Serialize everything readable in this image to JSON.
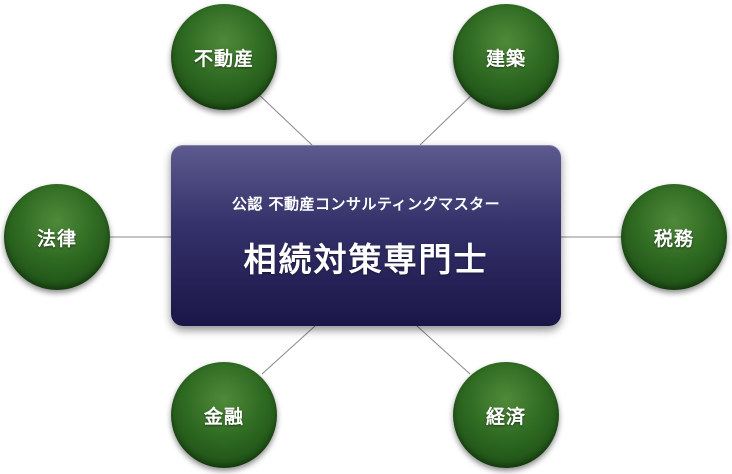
{
  "center": {
    "subtitle": "公認 不動産コンサルティングマスター",
    "title": "相続対策専門士"
  },
  "nodes": {
    "realestate": "不動産",
    "construction": "建築",
    "law": "法律",
    "tax": "税務",
    "finance": "金融",
    "economy": "経済"
  },
  "colors": {
    "node_green": "#2f6a22",
    "box_navy": "#34316a",
    "connector_gray": "#8a8a8a"
  }
}
